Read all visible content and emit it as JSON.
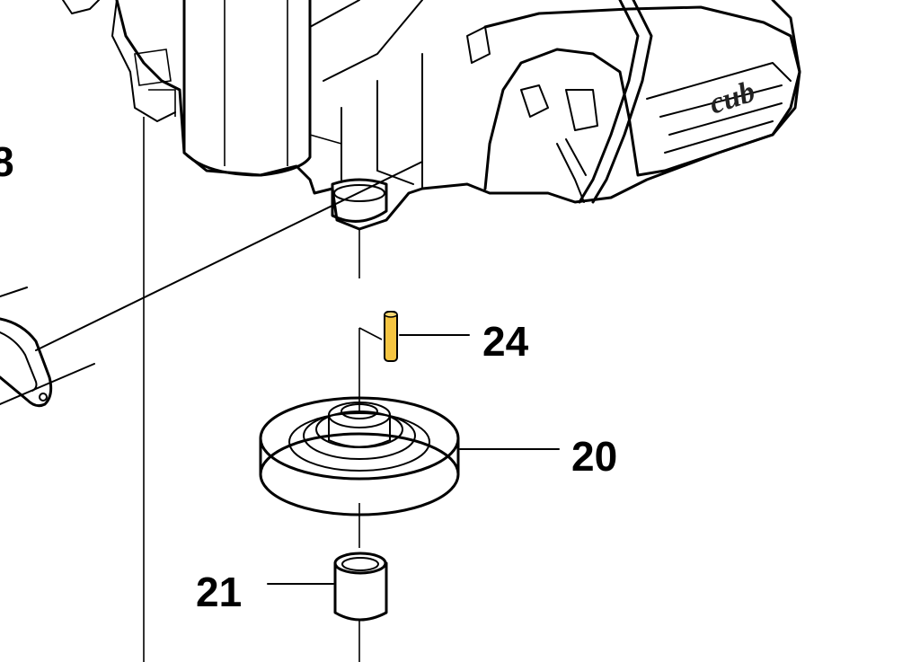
{
  "callouts": [
    {
      "id": "18",
      "label": "8"
    },
    {
      "id": "24",
      "label": "24"
    },
    {
      "id": "20",
      "label": "20"
    },
    {
      "id": "21",
      "label": "21"
    }
  ],
  "logo_text": "cub",
  "colors": {
    "ink": "#000000",
    "highlight_pin": "#f5c542",
    "body_shade": "#f3f3f3",
    "background": "#ffffff"
  }
}
